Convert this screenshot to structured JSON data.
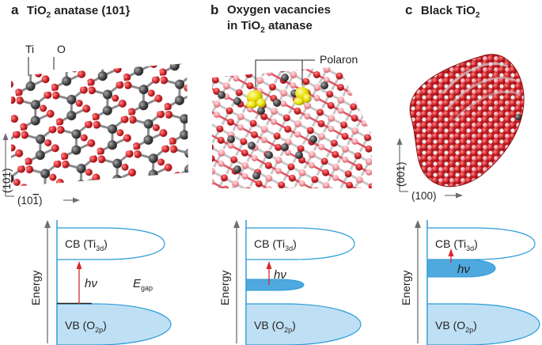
{
  "panels": [
    {
      "letter": "a",
      "title_main": "TiO",
      "title_sub": "2",
      "title_rest": " anatase (101}"
    },
    {
      "letter": "b",
      "title_line1": "Oxygen vacancies",
      "title_line2_a": "in TiO",
      "title_line2_sub": "2",
      "title_line2_b": " atanase"
    },
    {
      "letter": "c",
      "title_main": "Black TiO",
      "title_sub": "2"
    }
  ],
  "structure_labels": {
    "ti": "Ti",
    "o": "O",
    "polaron": "Polaron"
  },
  "axes": {
    "a_vertical": "(101)",
    "a_horizontal": "(10",
    "a_horizontal_bar": "1",
    "a_horizontal_end": ")",
    "c_vertical": "(001)",
    "c_horizontal": "(100)"
  },
  "band_diagram": {
    "energy_label": "Energy",
    "cb_main": "CB (Ti",
    "cb_sub": "3d",
    "cb_end": ")",
    "vb_main": "VB (O",
    "vb_sub": "2p",
    "vb_end": ")",
    "photon": "hν",
    "egap_main": "E",
    "egap_sub": "gap"
  },
  "colors": {
    "oxygen": "#d7282e",
    "oxygen_light": "#f29aa2",
    "titanium": "#4d4d4f",
    "polaron": "#e8e000",
    "cb_stroke": "#2b9bd7",
    "vb_fill": "#bfe0f4",
    "midgap_fill": "#4fa9de",
    "arrow": "#d7282e"
  }
}
